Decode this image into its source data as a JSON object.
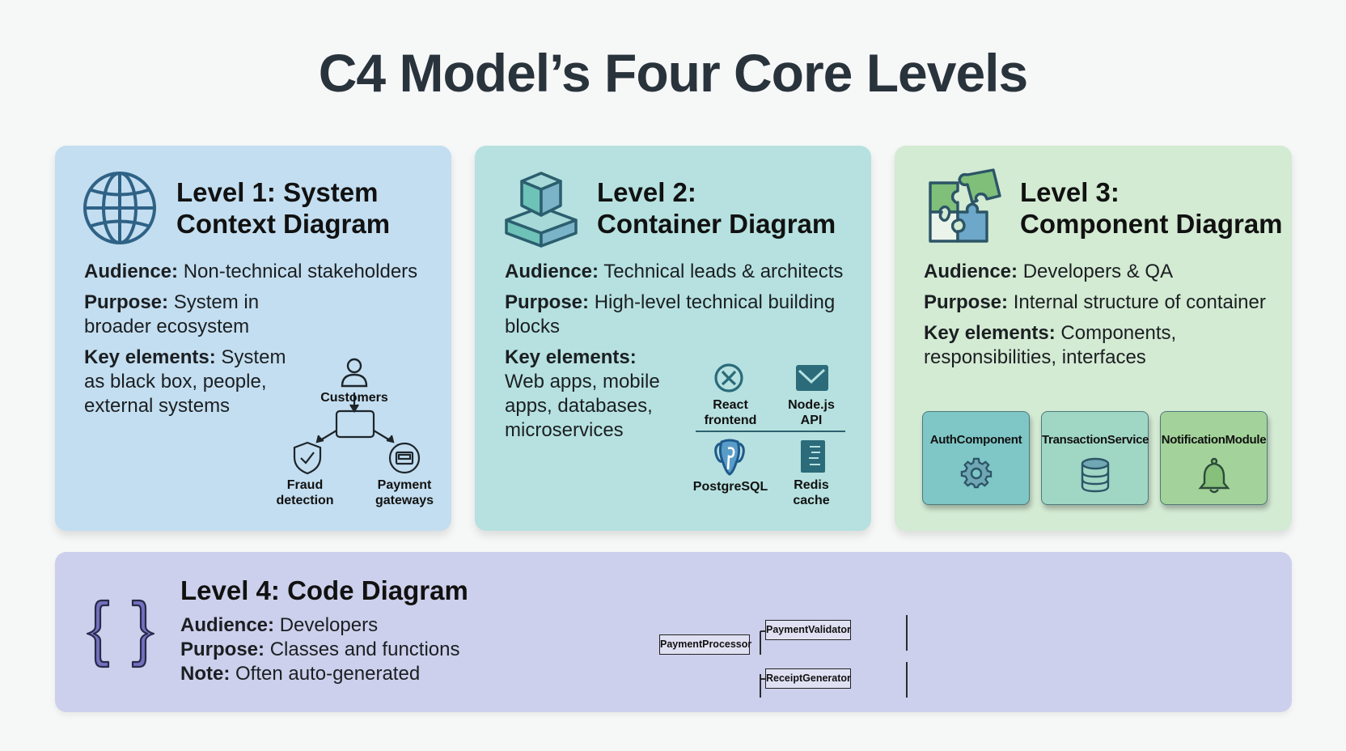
{
  "title": "C4 Model’s Four Core Levels",
  "levels": [
    {
      "title_line1": "Level 1: System",
      "title_line2": "Context Diagram",
      "icon": "globe-icon",
      "audience_label": "Audience:",
      "audience": "Non-technical stakeholders",
      "purpose_label": "Purpose:",
      "purpose": "System in broader ecosystem",
      "key_label": "Key elements:",
      "key": "System as black box, people, external systems",
      "diagram": {
        "person": "Customers",
        "left": "Fraud detection",
        "left_line1": "Fraud",
        "left_line2": "detection",
        "right_line1": "Payment",
        "right_line2": "gateways"
      },
      "color": "#c3def0"
    },
    {
      "title_line1": "Level 2:",
      "title_line2": "Container Diagram",
      "icon": "stacked-cubes-icon",
      "audience_label": "Audience:",
      "audience": "Technical leads & architects",
      "purpose_label": "Purpose:",
      "purpose": "High-level technical building blocks",
      "key_label": "Key elements:",
      "key": "Web apps, mobile apps, databases, microservices",
      "containers": [
        {
          "line1": "React",
          "line2": "frontend",
          "icon": "react-icon"
        },
        {
          "line1": "Node.js",
          "line2": "API",
          "icon": "nodejs-icon"
        },
        {
          "line1": "PostgreSQL",
          "line2": "",
          "icon": "postgresql-icon"
        },
        {
          "line1": "Redis",
          "line2": "cache",
          "icon": "redis-icon"
        }
      ],
      "color": "#b6e1e0"
    },
    {
      "title_line1": "Level 3:",
      "title_line2": "Component Diagram",
      "icon": "puzzle-icon",
      "audience_label": "Audience:",
      "audience": "Developers & QA",
      "purpose_label": "Purpose:",
      "purpose": "Internal structure of container",
      "key_label": "Key elements:",
      "key": "Components, responsibilities, interfaces",
      "components": [
        {
          "name": "AuthComponent",
          "icon": "gear-icon",
          "color": "#7fc6c6"
        },
        {
          "name": "TransactionService",
          "icon": "database-icon",
          "color": "#a0d6c4"
        },
        {
          "name": "NotificationModule",
          "icon": "bell-icon",
          "color": "#a3d39a"
        }
      ],
      "color": "#d3ead3"
    },
    {
      "title": "Level 4: Code Diagram",
      "icon": "curly-braces-icon",
      "audience_label": "Audience:",
      "audience": "Developers",
      "purpose_label": "Purpose:",
      "purpose": "Classes and functions",
      "note_label": "Note:",
      "note": "Often auto-generated",
      "classes": {
        "source": "PaymentProcessor",
        "targets": [
          "PaymentValidator",
          "ReceiptGenerator"
        ]
      },
      "color": "#cdd0ec"
    }
  ]
}
